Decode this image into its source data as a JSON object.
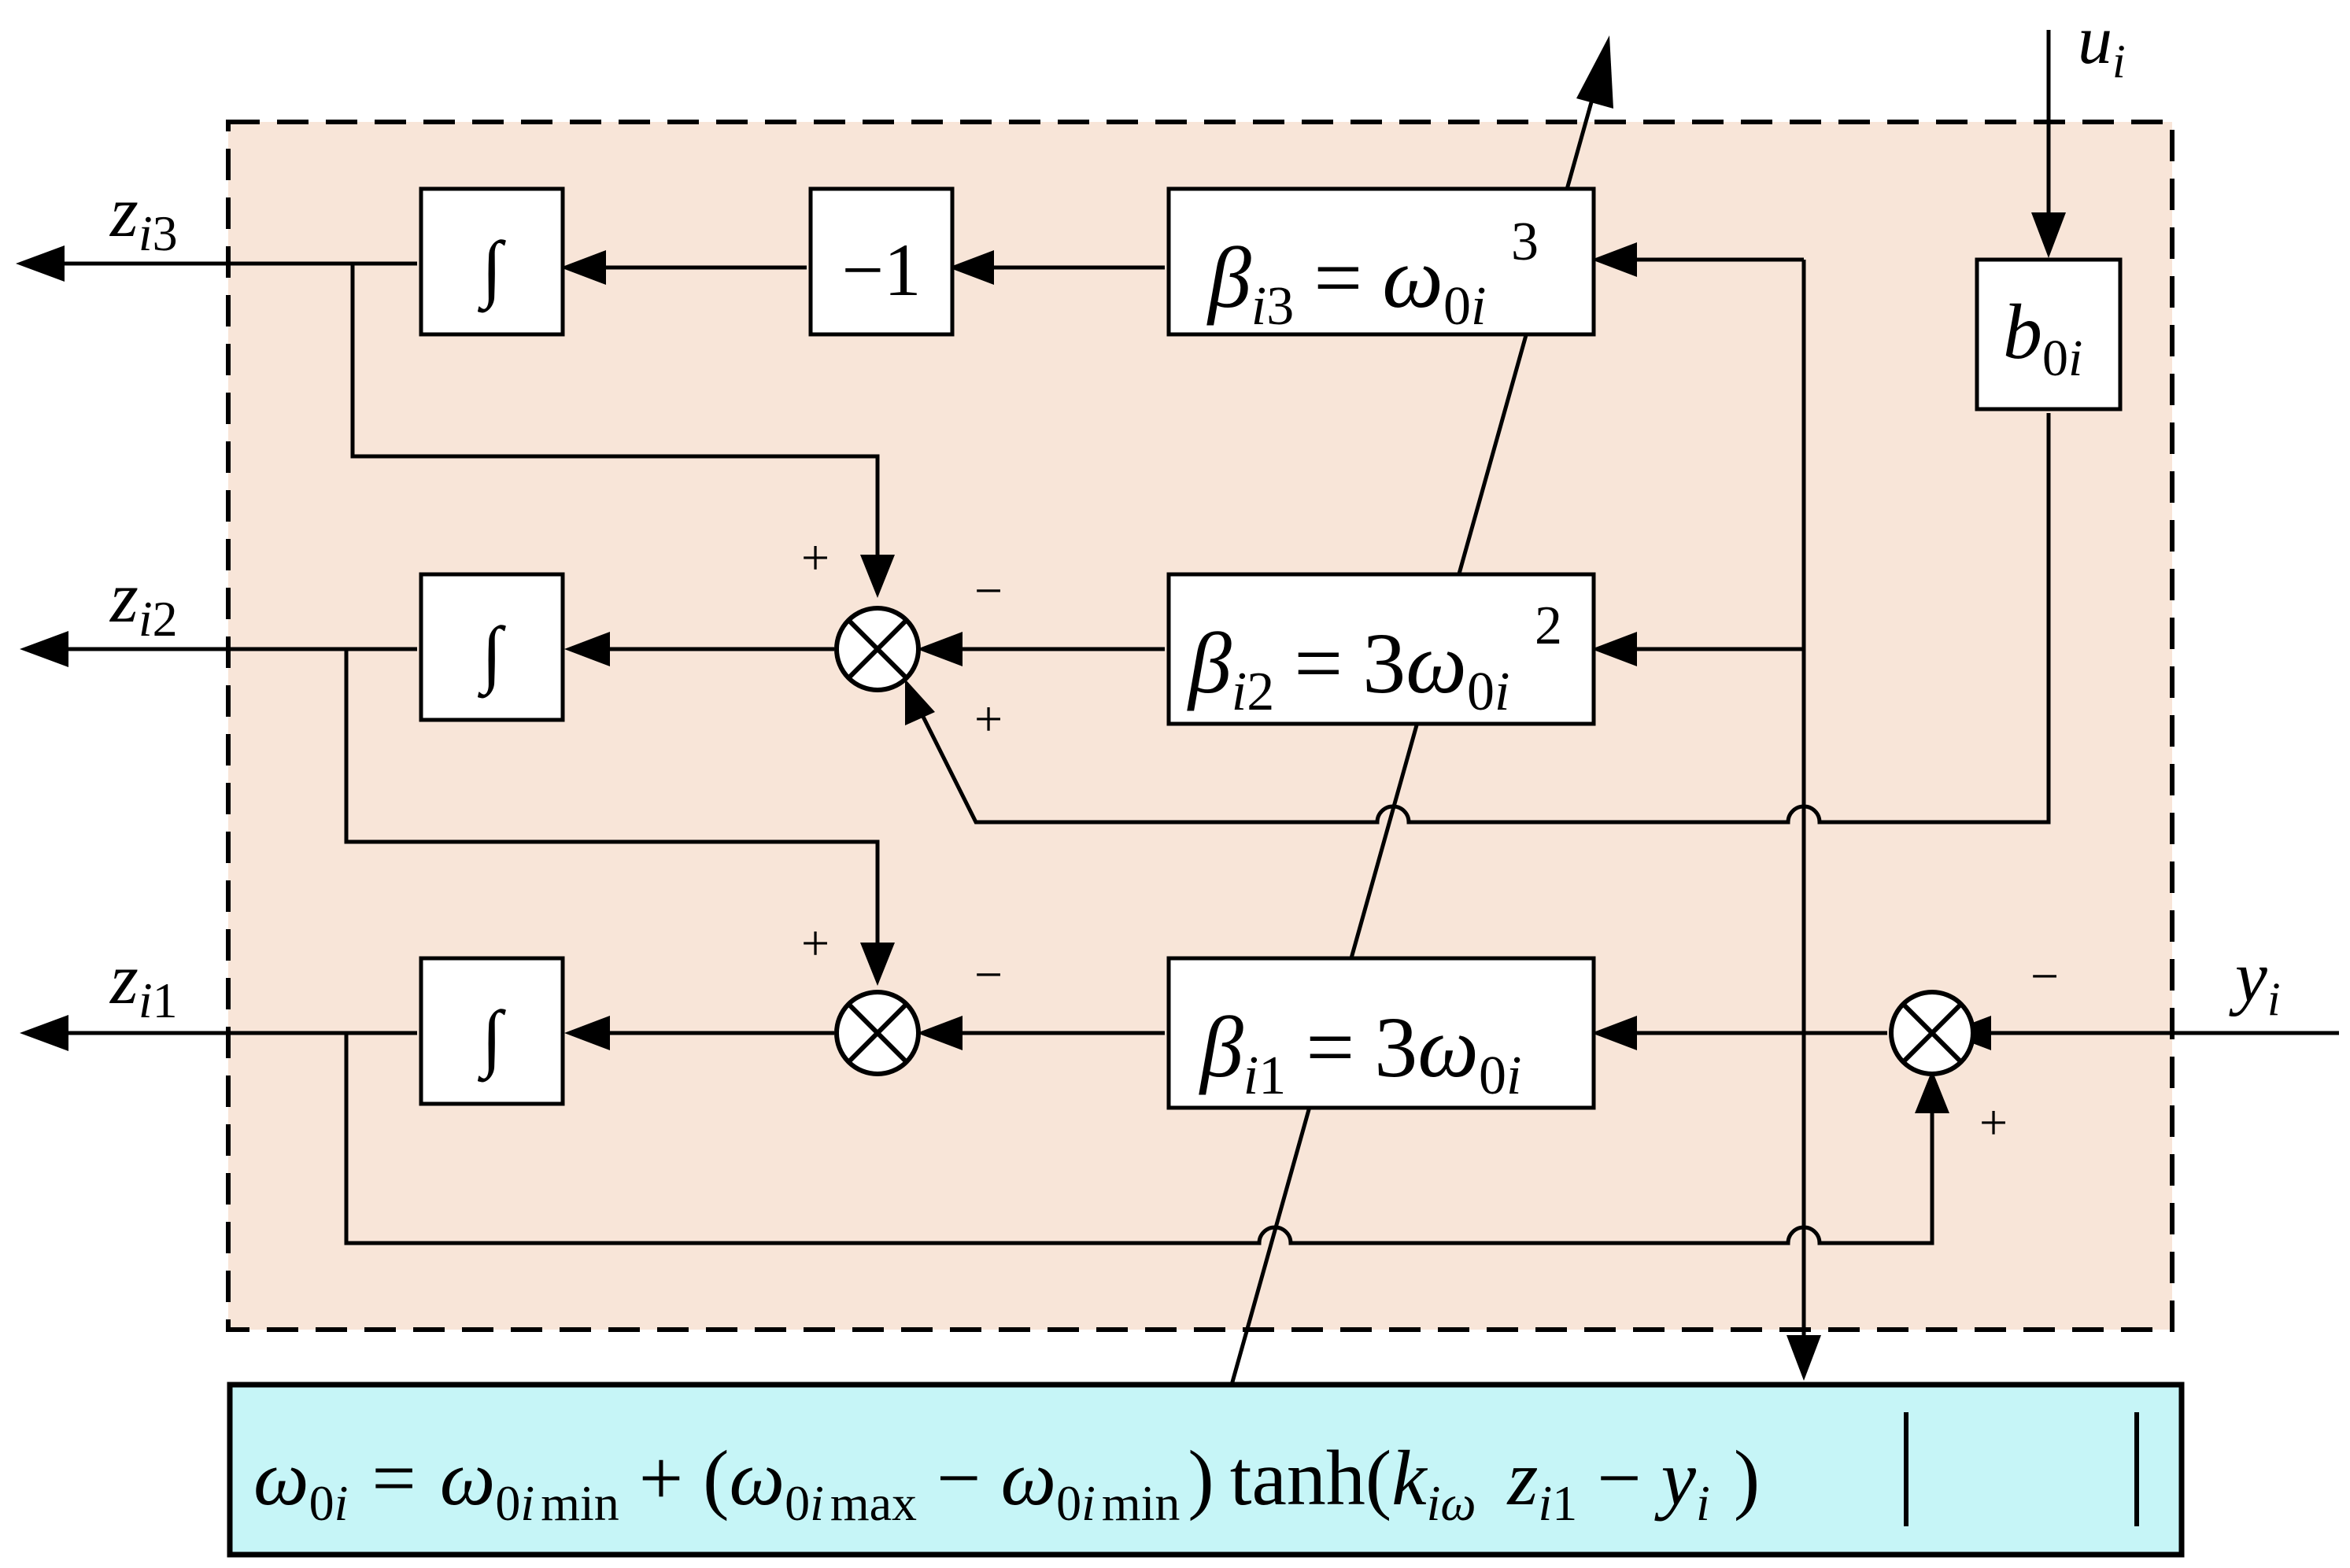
{
  "colors": {
    "observer_fill": "#f8e5d8",
    "formula_fill": "#c6f5f7",
    "line": "#000000"
  },
  "inputs": {
    "u": {
      "base": "u",
      "sub": "i"
    },
    "y": {
      "base": "y",
      "sub": "i"
    }
  },
  "outputs": {
    "z3": {
      "base": "z",
      "sub_i": "i",
      "sub_n": "3"
    },
    "z2": {
      "base": "z",
      "sub_i": "i",
      "sub_n": "2"
    },
    "z1": {
      "base": "z",
      "sub_i": "i",
      "sub_n": "1"
    }
  },
  "blocks": {
    "integrator": "∫",
    "neg_one": "−1",
    "b0": {
      "base": "b",
      "sub": "0",
      "sub_i": "i"
    },
    "beta3": {
      "beta": "β",
      "sub_i": "i",
      "sub_n": "3",
      "eq": "=",
      "coef": "",
      "omega": "ω",
      "sub0": "0",
      "subi": "i",
      "sup": "3"
    },
    "beta2": {
      "beta": "β",
      "sub_i": "i",
      "sub_n": "2",
      "eq": "=",
      "coef": "3",
      "omega": "ω",
      "sub0": "0",
      "subi": "i",
      "sup": "2"
    },
    "beta1": {
      "beta": "β",
      "sub_i": "i",
      "sub_n": "1",
      "eq": "=",
      "coef": "3",
      "omega": "ω",
      "sub0": "0",
      "subi": "i",
      "sup": ""
    }
  },
  "signs": {
    "plus": "+",
    "minus": "−"
  },
  "formula": {
    "omega": "ω",
    "sub0": "0",
    "subi": "i",
    "min": "min",
    "max": "max",
    "eq": "=",
    "plus": "+",
    "minus": "−",
    "lparen": "(",
    "rparen": ")",
    "tanh": "tanh(",
    "k": "k",
    "k_sub": "iω",
    "z": "z",
    "z_sub_i": "i",
    "z_sub_n": "1",
    "y": "y",
    "y_sub": "i",
    "close": ")"
  }
}
